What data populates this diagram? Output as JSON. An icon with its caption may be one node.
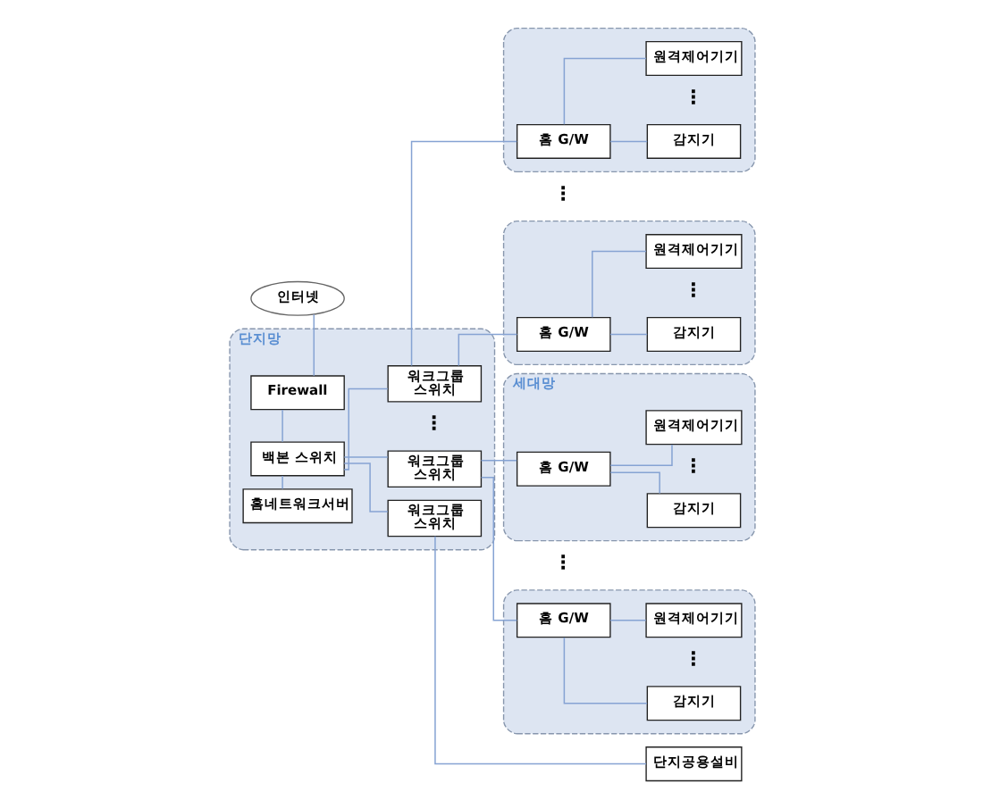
{
  "diagram": {
    "nodes": [
      {
        "text": [
          "인터넷"
        ]
      },
      {
        "text": [
          "단지망"
        ]
      },
      {
        "text": [
          "Firewall"
        ],
        "in": 1
      },
      {
        "text": [
          "백본 스위치"
        ],
        "in": 1
      },
      {
        "text": [
          "홈네트워크서버"
        ],
        "in": 1
      },
      {
        "text": [
          "워크그룹 스위치"
        ],
        "in": 1
      },
      {
        "text": [
          "워크그룹 스위치"
        ],
        "in": 1
      },
      {
        "text": [
          "워크그룹 스위치"
        ],
        "in": 1
      },
      {
        "text": [],
        "shape": "box"
      },
      {
        "text": [
          "홈 G/W"
        ],
        "in": 8
      },
      {
        "text": [
          "원격제어기기"
        ],
        "in": 8
      },
      {
        "text": [
          "감지기"
        ],
        "in": 8
      },
      {
        "text": [],
        "shape": "box"
      },
      {
        "text": [
          "홈 G/W"
        ],
        "in": 12
      },
      {
        "text": [
          "원격제어기기"
        ],
        "in": 12
      },
      {
        "text": [
          "감지기"
        ],
        "in": 12
      },
      {
        "text": [
          "세대망"
        ]
      },
      {
        "text": [
          "홈 G/W"
        ],
        "in": 16
      },
      {
        "text": [
          "원격제어기기"
        ],
        "in": 16
      },
      {
        "text": [
          "감지기"
        ],
        "in": 16
      },
      {
        "text": [],
        "shape": "box"
      },
      {
        "text": [
          "홈 G/W"
        ],
        "in": 20
      },
      {
        "text": [
          "원격제어기기"
        ],
        "in": 20
      },
      {
        "text": [
          "감지기"
        ],
        "in": 20
      },
      {
        "text": [
          "단지공용설비"
        ]
      }
    ],
    "edges": [
      {
        "from": 0,
        "to": 2,
        "arrow": "none"
      },
      {
        "from": 2,
        "to": 3,
        "arrow": "none"
      },
      {
        "from": 3,
        "to": 4,
        "arrow": "none"
      },
      {
        "from": 3,
        "to": 5,
        "arrow": "none"
      },
      {
        "from": 3,
        "to": 6,
        "arrow": "none"
      },
      {
        "from": 3,
        "to": 7,
        "arrow": "none"
      },
      {
        "from": 5,
        "to": 9,
        "arrow": "none"
      },
      {
        "from": 5,
        "to": 13,
        "arrow": "none"
      },
      {
        "from": 6,
        "to": 17,
        "arrow": "none"
      },
      {
        "from": 6,
        "to": 21,
        "arrow": "none"
      },
      {
        "from": 7,
        "to": 24,
        "arrow": "none"
      },
      {
        "from": 9,
        "to": 10,
        "arrow": "none"
      },
      {
        "from": 9,
        "to": 11,
        "arrow": "none"
      },
      {
        "from": 13,
        "to": 14,
        "arrow": "none"
      },
      {
        "from": 13,
        "to": 15,
        "arrow": "none"
      },
      {
        "from": 17,
        "to": 18,
        "arrow": "none"
      },
      {
        "from": 17,
        "to": 19,
        "arrow": "none"
      },
      {
        "from": 21,
        "to": 22,
        "arrow": "none"
      },
      {
        "from": 21,
        "to": 23,
        "arrow": "none"
      }
    ],
    "labels": [
      "⋮",
      "⋮",
      "⋮",
      "⋮",
      "⋮",
      "⋮",
      "⋮"
    ]
  }
}
